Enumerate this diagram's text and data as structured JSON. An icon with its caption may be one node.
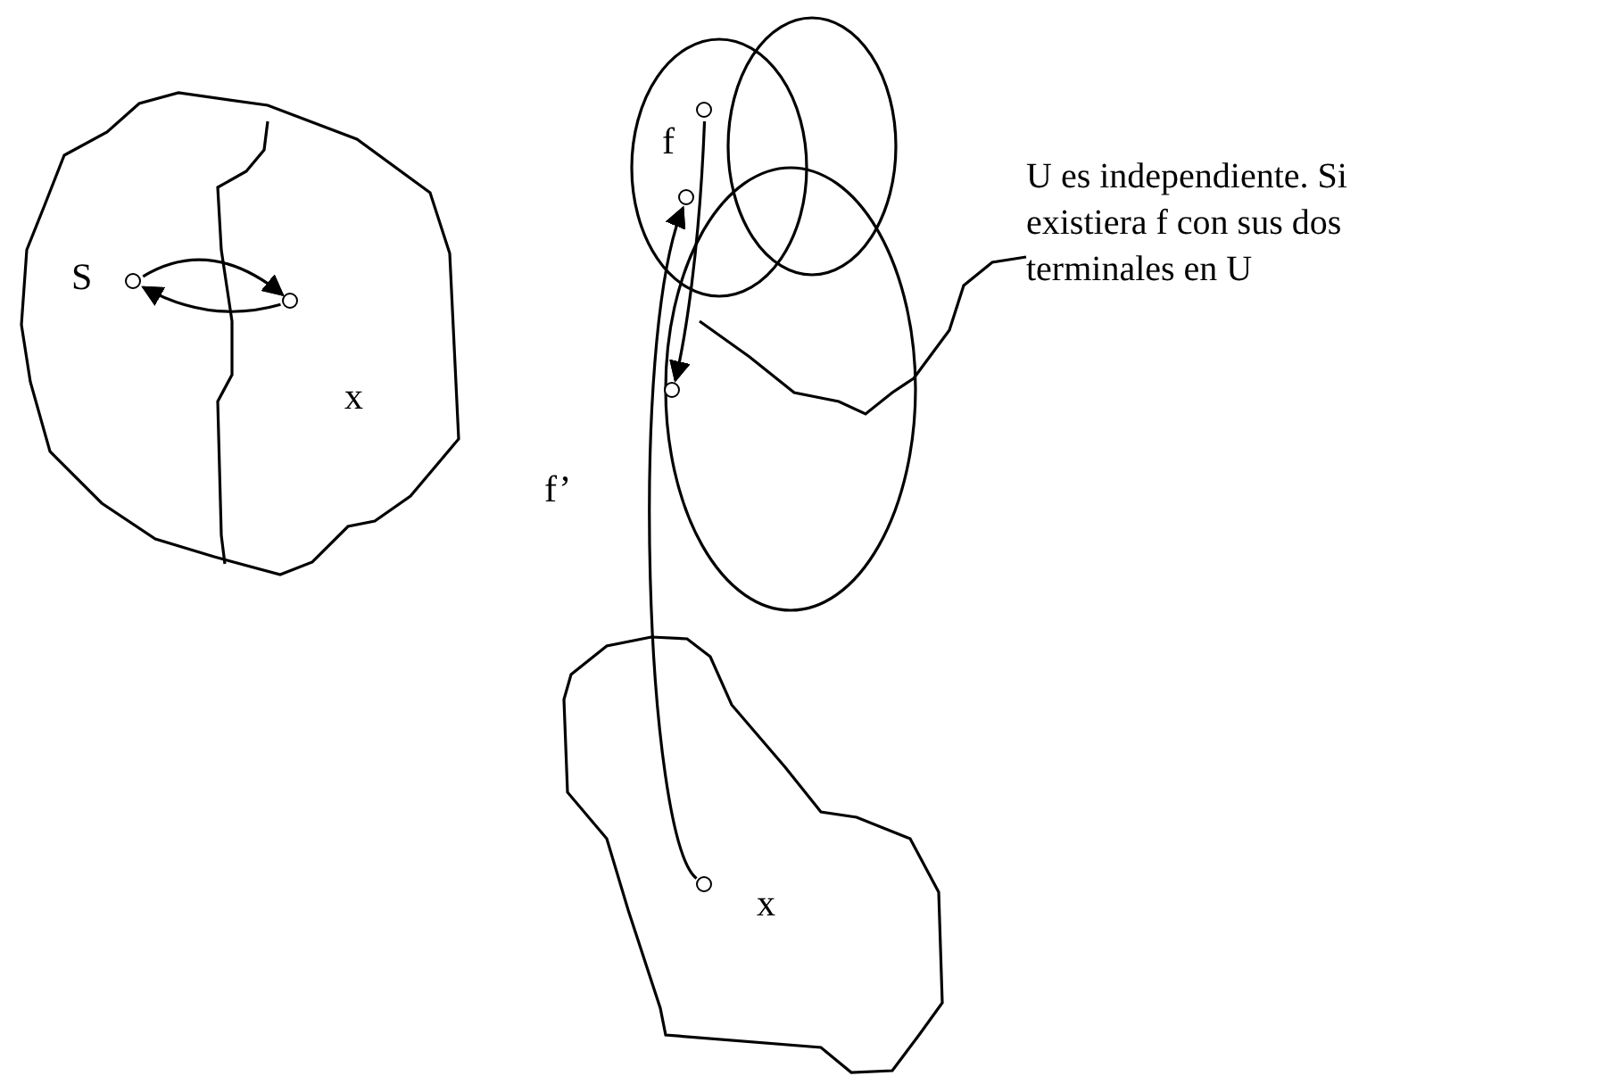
{
  "diagram": {
    "nodes": [
      {
        "text": [],
        "shape": "circle"
      },
      {
        "text": [],
        "shape": "circle"
      },
      {
        "text": [],
        "shape": "circle"
      },
      {
        "text": [],
        "shape": "circle"
      },
      {
        "text": [],
        "shape": "circle"
      },
      {
        "text": [],
        "shape": "circle"
      }
    ],
    "edges": [
      {
        "from": 0,
        "to": 1,
        "arrow": "to"
      },
      {
        "from": 1,
        "to": 0,
        "arrow": "to"
      },
      {
        "from": 2,
        "to": 4,
        "arrow": "to",
        "label": "f"
      },
      {
        "from": 5,
        "to": 3,
        "arrow": "to",
        "label": "f’"
      }
    ],
    "labels": [
      "S",
      "x",
      "x",
      "U es independiente. Si existiera f con sus dos terminales en U"
    ]
  }
}
